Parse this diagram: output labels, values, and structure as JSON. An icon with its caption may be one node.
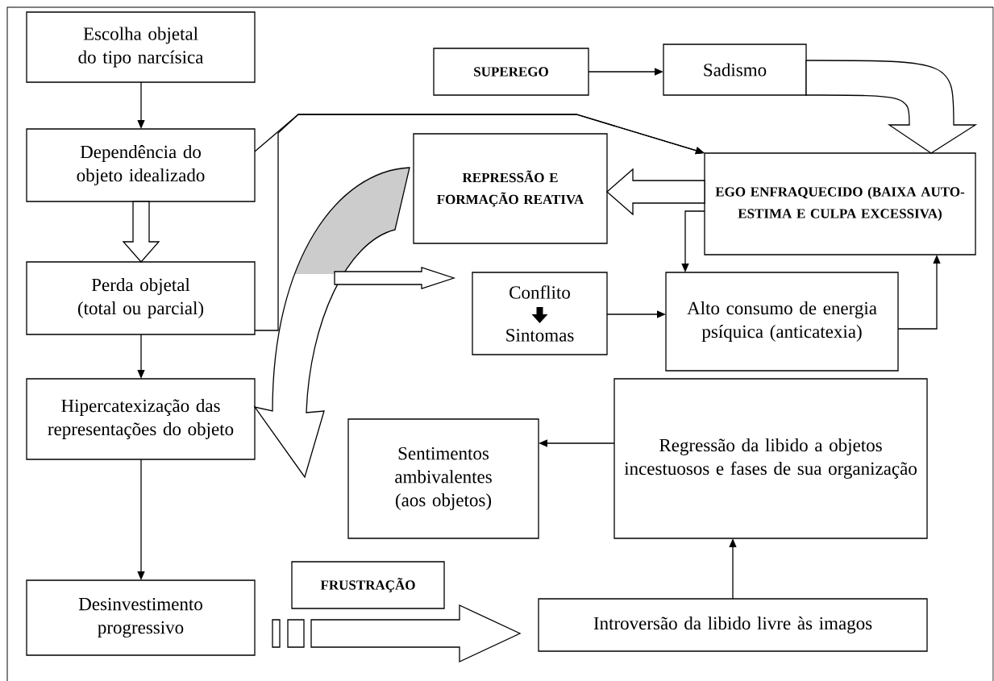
{
  "diagram": {
    "nodes": [
      {
        "text": [
          "Escolha objetal do tipo narcísica"
        ]
      },
      {
        "text": [
          "Dependência do objeto idealizado"
        ]
      },
      {
        "text": [
          "Perda objetal (total ou parcial)"
        ]
      },
      {
        "text": [
          "Hipercatexização das representações do objeto"
        ]
      },
      {
        "text": [
          "Desinvestimento progressivo"
        ]
      },
      {
        "text": [
          "SUPEREGO"
        ]
      },
      {
        "text": [
          "Sadismo"
        ]
      },
      {
        "text": [
          "REPRESSÃO E FORMAÇÃO REATIVA"
        ]
      },
      {
        "text": [
          "EGO ENFRAQUECIDO (BAIXA AUTO-ESTIMA E CULPA EXCESSIVA)"
        ]
      },
      {
        "text": [
          "Conflito",
          "Sintomas"
        ]
      },
      {
        "text": [
          "Alto consumo de energia psíquica (anticatexia)"
        ]
      },
      {
        "text": [
          "Sentimentos ambivalentes (aos objetos)"
        ]
      },
      {
        "text": [
          "Regressão da libido a objetos incestuosos e fases de sua organização"
        ]
      },
      {
        "text": [
          "FRUSTRAÇÃO"
        ]
      },
      {
        "text": [
          "Introversão da libido livre às imagos"
        ]
      }
    ],
    "edges": [
      {
        "from": 0,
        "to": 1,
        "arrow": "to"
      },
      {
        "from": 1,
        "to": 2,
        "arrow": "to",
        "style": "thick"
      },
      {
        "from": 2,
        "to": 3,
        "arrow": "to"
      },
      {
        "from": 3,
        "to": 4,
        "arrow": "to"
      },
      {
        "from": 5,
        "to": 6,
        "arrow": "to"
      },
      {
        "from": 6,
        "to": 8,
        "arrow": "to",
        "style": "thick"
      },
      {
        "from": 1,
        "to": 8,
        "arrow": "to"
      },
      {
        "from": 2,
        "to": 8,
        "arrow": "to"
      },
      {
        "from": 8,
        "to": 7,
        "arrow": "to",
        "style": "thick"
      },
      {
        "from": 8,
        "to": 10,
        "arrow": "to"
      },
      {
        "from": 9,
        "to": 10,
        "arrow": "to"
      },
      {
        "from": 10,
        "to": 8,
        "arrow": "to"
      },
      {
        "from": 7,
        "to": null,
        "arrow": "to",
        "style": "thick"
      },
      {
        "from": null,
        "to": 9,
        "arrow": "to",
        "style": "thick"
      },
      {
        "from": 12,
        "to": 11,
        "arrow": "to"
      },
      {
        "from": 14,
        "to": 12,
        "arrow": "to"
      },
      {
        "from": 4,
        "to": 14,
        "arrow": "to",
        "style": "thick"
      }
    ]
  }
}
